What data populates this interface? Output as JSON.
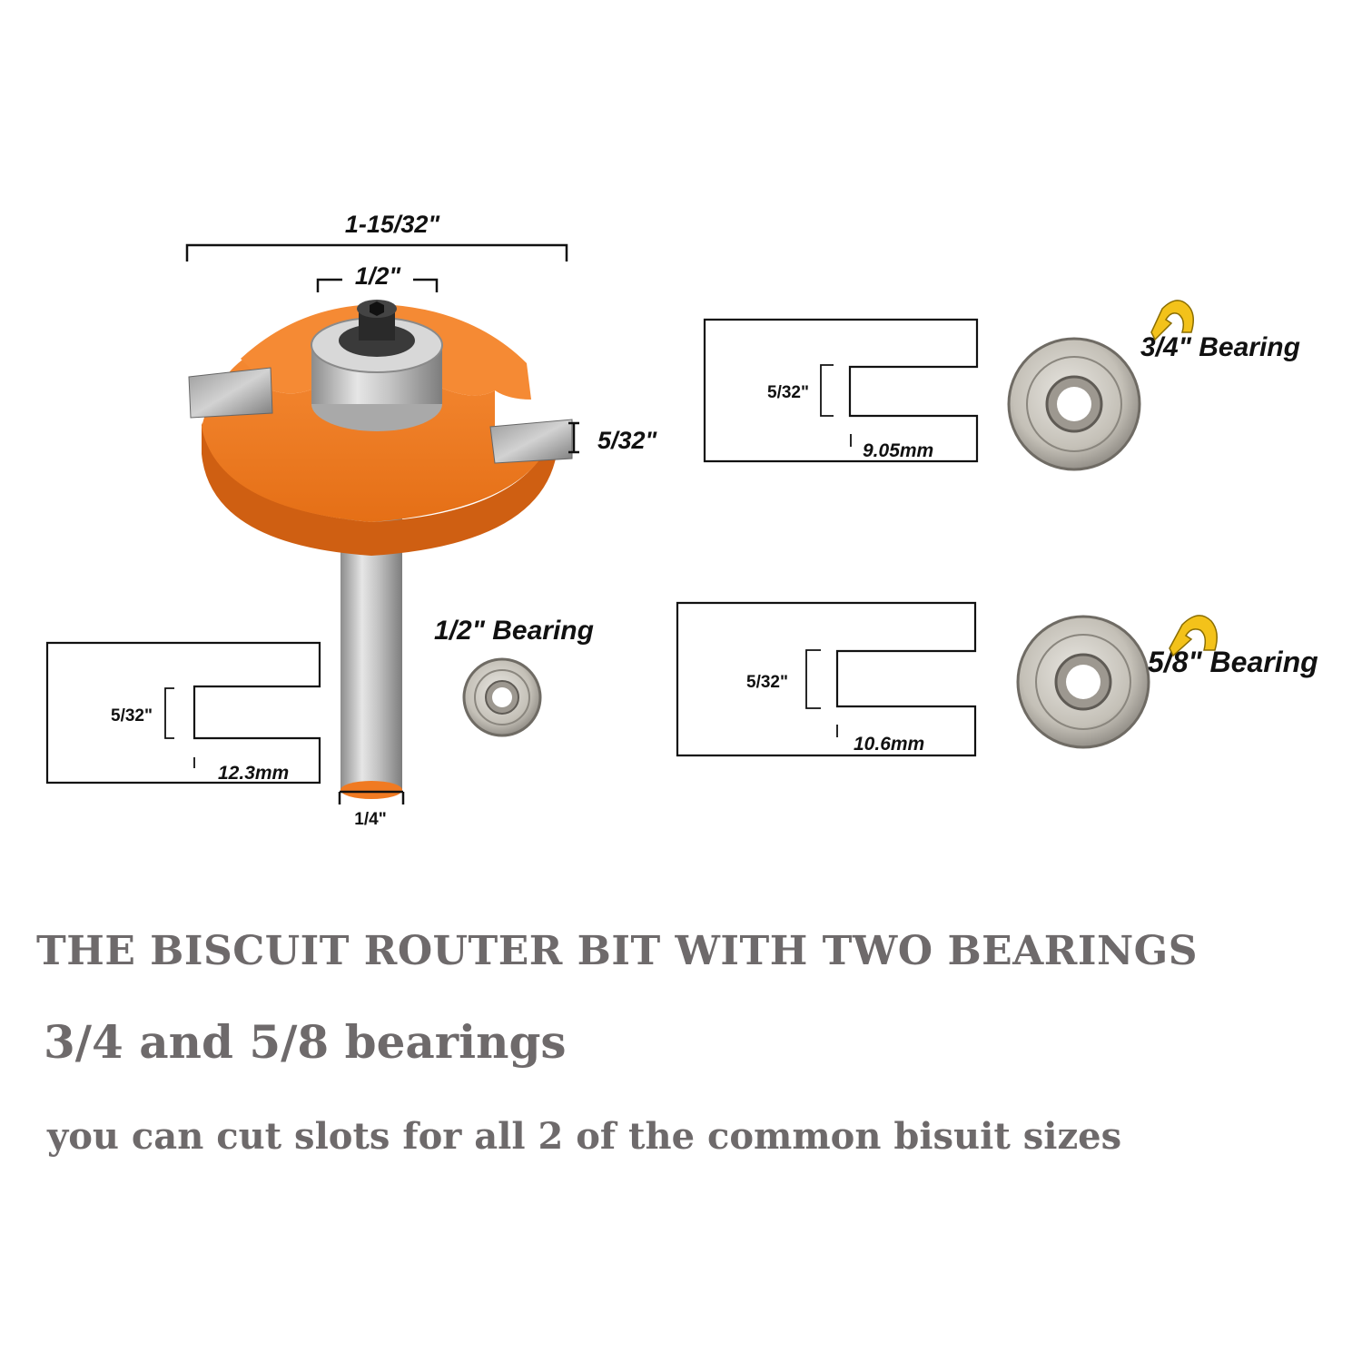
{
  "colors": {
    "cutter_orange": "#f07a22",
    "cutter_dark": "#d0621a",
    "steel": "#bfbfbf",
    "bearing_shield": "#c9c5bd",
    "arrow_yellow": "#f3c21a",
    "headline_gray": "#6e6a6b"
  },
  "router_bit": {
    "overall_diameter": "1-15/32\"",
    "bearing_bore": "1/2\"",
    "cutting_height": "5/32\"",
    "shank": "1/4\""
  },
  "profiles": [
    {
      "id": "half-inch",
      "bearing_label": "1/2\" Bearing",
      "slot_height": "5/32\"",
      "slot_depth": "12.3mm"
    },
    {
      "id": "three-quarter",
      "bearing_label": "3/4\" Bearing",
      "slot_height": "5/32\"",
      "slot_depth": "9.05mm"
    },
    {
      "id": "five-eighth",
      "bearing_label": "5/8\" Bearing",
      "slot_height": "5/32\"",
      "slot_depth": "10.6mm"
    }
  ],
  "headlines": {
    "title": "THE BISCUIT ROUTER BIT WITH TWO BEARINGS",
    "subtitle": "3/4 and 5/8 bearings",
    "caption": "you can cut slots for all 2 of the common bisuit sizes"
  }
}
